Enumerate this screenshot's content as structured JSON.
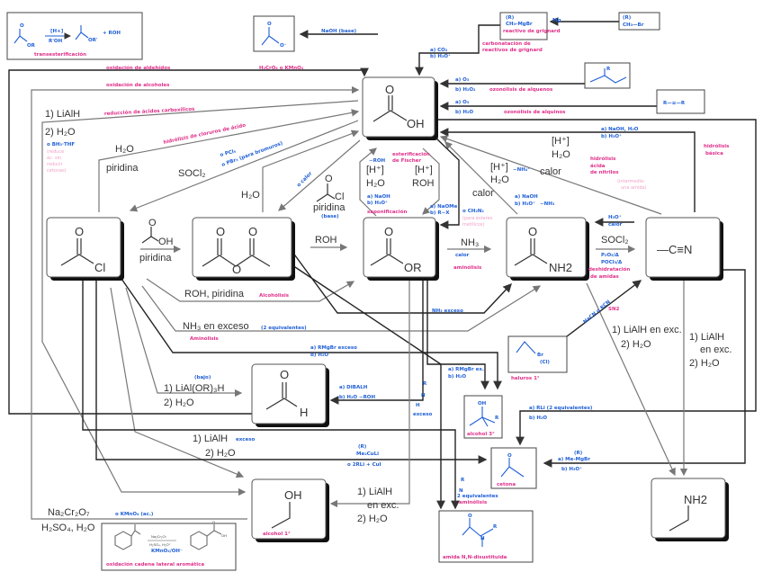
{
  "colors": {
    "printed": "#333333",
    "handwritten_blue": "#1f5fd6",
    "handwritten_pink": "#e0308a",
    "line_dark": "#222222",
    "line_gray": "#777777"
  },
  "compounds": {
    "acid": {
      "o": "O",
      "oh": "OH"
    },
    "acid_chloride": {
      "o": "O",
      "cl": "Cl"
    },
    "anhydride": {
      "o1": "O",
      "o2": "O",
      "o3": "O"
    },
    "ester": {
      "o": "O",
      "or": "OR"
    },
    "amide": {
      "o": "O",
      "nh2": "NH2"
    },
    "nitrile": {
      "cn": "—C≡N"
    },
    "aldehyde": {
      "o": "O",
      "h": "H"
    },
    "primary_alcohol": {
      "oh": "OH",
      "label": "alcohol 1°"
    },
    "amine": {
      "nh2": "NH2"
    },
    "carboxylate": {
      "o": "O",
      "om": "O⁻"
    },
    "grignard": {
      "r": "(R)",
      "formula": "CH₃-MgBr",
      "label": "reactivo de grignard"
    },
    "methyl_bromide": {
      "r": "(R)",
      "formula": "CH₃—Br"
    },
    "alkene": {
      "r": "R"
    },
    "alkyne": {
      "formula": "R—≡—R"
    },
    "alkyl_halide": {
      "br": "Br",
      "cl": "(Cl)",
      "label": "haluros 1°"
    },
    "tertiary_alcohol": {
      "oh": "OH",
      "r": "R",
      "label": "alcohol 3°"
    },
    "ketone": {
      "o": "O",
      "label": "cetona"
    },
    "nn_amide": {
      "o": "O",
      "n": "N",
      "r": "R",
      "label": "amida N,N-disustituida"
    },
    "alkylbenzene": {
      "reagent1": "Na₂Cr₂O₇",
      "reagent2": "H₂SO₄, H₂O⁺",
      "reagent3": "KMnO₄/OH⁻",
      "oh": "OH",
      "o": "O",
      "label": "oxidación cadena lateral aromática"
    }
  },
  "transesterification": {
    "cat": "[H+]",
    "reagent": "R'OH",
    "plus": "+ ROH",
    "label": "transesterificación",
    "or": "OR",
    "or2": "OR'"
  },
  "printed_labels": {
    "lialh_1": "1) LiAlH",
    "h2o_2": "2) H₂O",
    "h2o_a": "H₂O",
    "piridina_a": "piridina",
    "socl2_a": "SOCl₂",
    "h2o_b": "H₂O",
    "cl": "Cl",
    "piridina_b": "piridina",
    "h_plus_a": "[H⁺]",
    "h2o_c": "H₂O",
    "h_plus_b": "[H⁺]",
    "roh_a": "ROH",
    "calor_a": "calor",
    "h_plus_c": "[H⁺]",
    "h2o_d": "H₂O",
    "calor_b": "calor",
    "h_plus_d": "[H⁺]",
    "h2o_e": "H₂O",
    "oh_reagent": "OH",
    "piridina_c": "piridina",
    "roh_b": "ROH",
    "nh3": "NH₃",
    "socl2_b": "SOCl₂",
    "roh_piridina": "ROH, piridina",
    "nh3_exceso": "NH₃ en exceso",
    "lialor3h": "1) LiAl(OR)₃H",
    "h2o_f": "2) H₂O",
    "lialh_b": "1) LiAlH",
    "h2o_g": "2) H₂O",
    "na2cr2o7": "Na₂Cr₂O₇",
    "h2so4": "H₂SO₄, H₂O",
    "lialh_c": "1) LiAlH",
    "en_exc_c": "en exc.",
    "h2o_h": "2) H₂O",
    "lialh_d": "1) LiAlH en exc.",
    "h2o_i": "2) H₂O",
    "lialh_e": "1) LiAlH",
    "en_exc_e": "en exc.",
    "h2o_j": "2) H₂O"
  },
  "handwritten_labels": {
    "naoh_base": "NaOH (base)",
    "ox_aldehidos": "oxidación de aldehídos",
    "kmno4_top": "H₂CrO₄ o KMnO₄",
    "ox_alcoholes": "oxidación de alcoholes",
    "red_acidos": "reducción de ácidos carboxílicos",
    "hidrolisis_cloruros": "hidrólisis de cloruros de ácido",
    "bh3": "o BH₃·THF",
    "bh3_note1": "(reduce",
    "bh3_note2": "ác. sin",
    "bh3_note3": "reducir",
    "bh3_note4": "cetonas)",
    "pcl5": "o PCl₅",
    "pbr3": "o PBr₃ (para bromuros)",
    "o_calor": "o calor",
    "base": "(base)",
    "mg": "Mg",
    "co2": "a) CO₂",
    "h3o_a": "b) H₃O⁺",
    "carbonatacion": "carbonatación de",
    "carbonatacion2": "reactivos de grignard",
    "o3_a": "a) O₃",
    "h2o2": "b) H₂O₂",
    "ozon_alquenos": "ozonólisis de alquenos",
    "o3_b": "a) O₃",
    "h2o_b": "b) H₂O",
    "ozon_alquinos": "ozonólisis de alquinos",
    "naoh_h2o": "a) NaOH, H₂O",
    "h3o_b": "b) H₃O⁺",
    "hidrolisis_basica": "hidrólisis",
    "hidrolisis_basica2": "básica",
    "hidrolisis_acida": "hidrólisis",
    "hidrolisis_acida2": "ácida",
    "hidrolisis_acida3": "de nitrilos",
    "intermedio": "(intermedio:",
    "intermedio2": "una amida)",
    "nh4": "−NH₄⁺",
    "naoh_a": "a) NaOH",
    "h3o_c": "b) H₃O⁺",
    "nh3_minus": "−NH₃",
    "fischer": "esterificación",
    "fischer2": "de Fischer",
    "minus_roh": "−ROH",
    "naoh_b": "a) NaOH",
    "h3o_d": "b) H₃O⁺",
    "saponificacion": "saponificación",
    "naome": "a) NaOMe",
    "rx": "b) R−X",
    "ch2n2": "o CH₂N₂",
    "metilicos": "(para ésteres",
    "metilicos2": "metílicos)",
    "calor_nh3": "calor",
    "aminolisis_a": "aminólisis",
    "h3o_calor": "H₃O⁺",
    "calor_c": "calor",
    "p2o5": "P₂O₅/Δ",
    "pocl3": "POCl₃/Δ",
    "deshidratacion": "deshidratación",
    "deshidratacion2": "de amidas",
    "nh3_exceso": "NH₃ exceso",
    "alcoholisis": "Alcohólisis",
    "equivalentes": "(2 equivalentes)",
    "aminolisis_b": "Aminólisis",
    "rmgbr_a": "a) RMgBr exceso",
    "h2o_c": "b) H₂O",
    "rmgbr_b": "a) RMgBr ex.",
    "h2o_d": "b) H₂O",
    "nacn": "NaCN o KCN",
    "sn2": "SN2",
    "dibalh": "a) DIBALH",
    "h2o_e": "b) H₂O  −ROH",
    "bajo": "(bajo)",
    "exceso": "exceso",
    "me2culi_r": "(R)",
    "me2culi": "Me₂CuLi",
    "rli_cui": "o 2RLi + CuI",
    "kmno4": "o  KMnO₄ (ac.)",
    "rli": "a) RLi (2 equivalentes)",
    "h2o_f": "b) H₂O",
    "memgbr_r": "(R)",
    "memgbr": "a) Me-MgBr",
    "h3o_e": "b) H₃O⁺",
    "amine_excess": "exceso",
    "amine_r": "R",
    "amine_n": "N",
    "amine_h": "H",
    "amine_2eq": "2 equivalentes",
    "aminolisis_c": "aminólisis"
  }
}
